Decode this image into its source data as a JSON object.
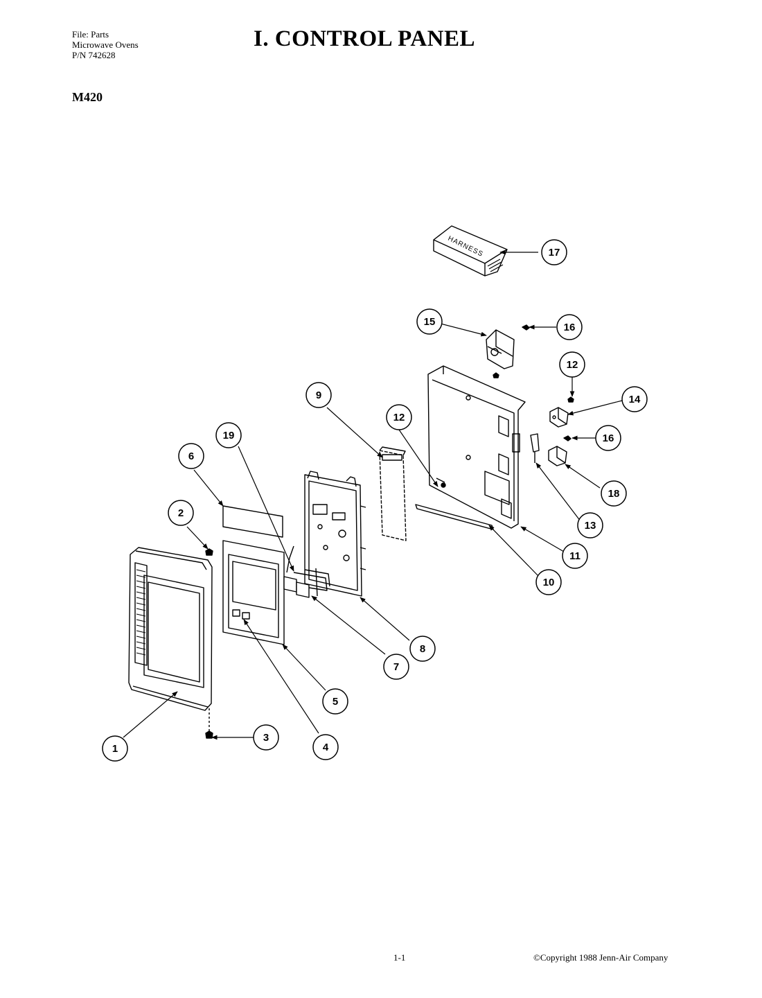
{
  "header": {
    "file_lines": [
      "File: Parts",
      "Microwave Ovens",
      "P/N 742628"
    ],
    "title": "I. CONTROL PANEL",
    "model": "M420"
  },
  "diagram": {
    "harness_label": "HARNESS",
    "callouts": [
      "1",
      "2",
      "3",
      "4",
      "5",
      "6",
      "7",
      "8",
      "9",
      "10",
      "11",
      "12",
      "12",
      "13",
      "14",
      "15",
      "16",
      "16",
      "17",
      "18",
      "19"
    ]
  },
  "footer": {
    "page_number": "1-1",
    "copyright": "©Copyright 1988 Jenn-Air Company"
  }
}
